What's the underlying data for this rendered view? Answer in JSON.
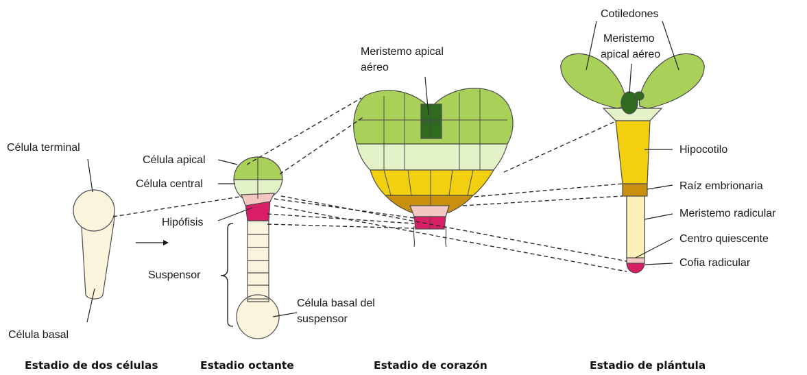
{
  "colors": {
    "cream": "#fbf4dc",
    "light_green": "#a9d15a",
    "pale_green": "#e4f2c8",
    "dark_green": "#2f6b1f",
    "yellow": "#f2cf0f",
    "ochre": "#c9900f",
    "pink": "#f5c7c3",
    "magenta": "#d81e64"
  },
  "labels": {
    "celula_terminal": "Célula terminal",
    "celula_basal": "Célula basal",
    "celula_apical": "Célula apical",
    "celula_central": "Célula central",
    "hipofisis": "Hipófisis",
    "suspensor": "Suspensor",
    "celula_basal_suspensor_1": "Célula basal del",
    "celula_basal_suspensor_2": "suspensor",
    "meristemo_apical_aereo_1": "Meristemo apical",
    "meristemo_apical_aereo_2": "aéreo",
    "cotiledones": "Cotiledones",
    "meristemo_apical_aereo_pl_1": "Meristemo",
    "meristemo_apical_aereo_pl_2": "apical aéreo",
    "hipocotilo": "Hipocotilo",
    "raiz_embrionaria": "Raíz embrionaria",
    "meristemo_radicular": "Meristemo radicular",
    "centro_quiescente": "Centro quiescente",
    "cofia_radicular": "Cofia radicular"
  },
  "stages": {
    "dos_celulas": "Estadio de dos células",
    "octante": "Estadio octante",
    "corazon": "Estadio de corazón",
    "plantula": "Estadio de plántula"
  }
}
